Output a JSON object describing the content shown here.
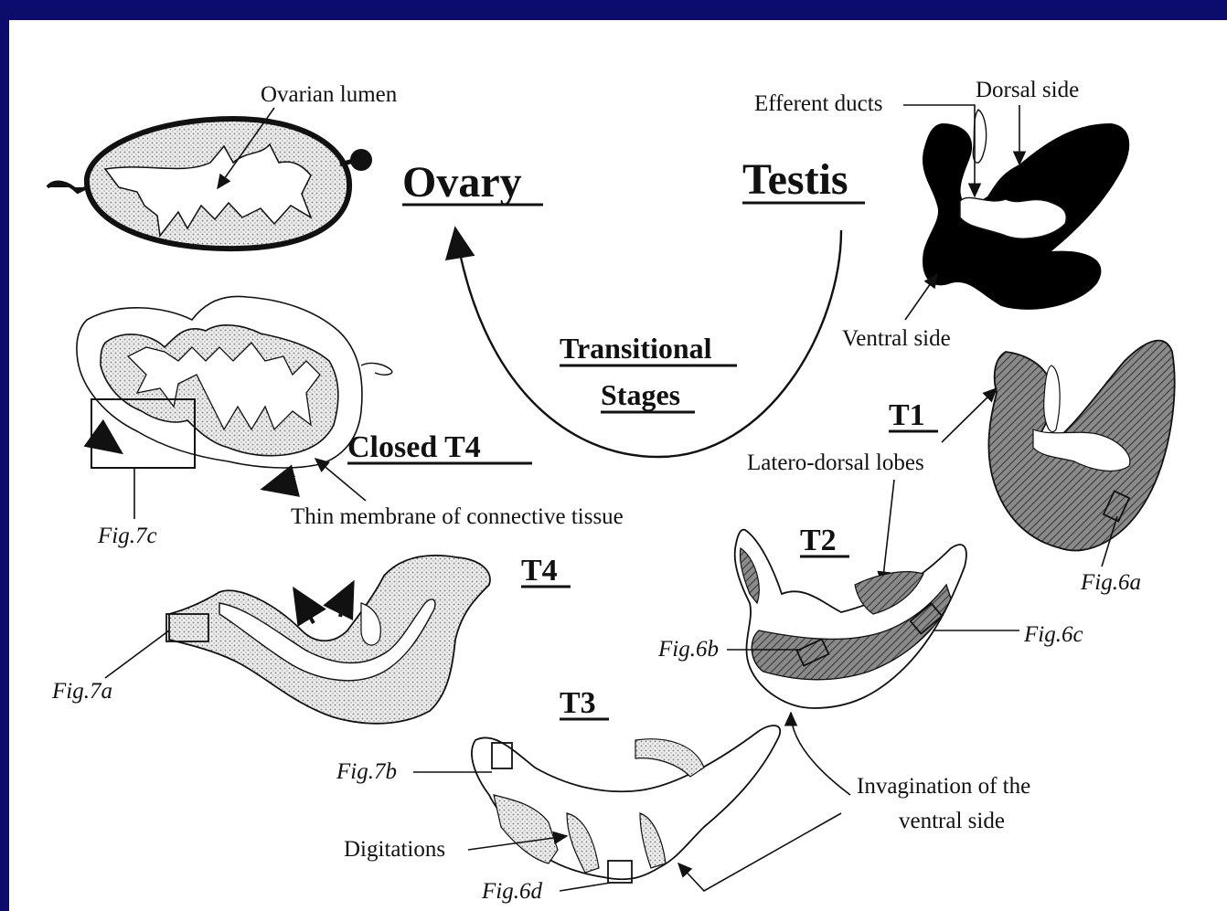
{
  "diagram": {
    "nodes": {
      "ovary": "Ovary",
      "testis": "Testis",
      "transitional_line1": "Transitional",
      "transitional_line2": "Stages",
      "t1": "T1",
      "t2": "T2",
      "t3": "T3",
      "t4": "T4",
      "closed_t4": "Closed T4"
    },
    "labels": {
      "ovarian_lumen": "Ovarian lumen",
      "efferent_ducts": "Efferent ducts",
      "dorsal_side": "Dorsal side",
      "ventral_side": "Ventral side",
      "latero_dorsal_lobes": "Latero-dorsal lobes",
      "thin_membrane": "Thin membrane of connective tissue",
      "invagination_line1": "Invagination of the",
      "invagination_line2": "ventral side",
      "digitations": "Digitations"
    },
    "figure_refs": {
      "fig7c": "Fig.7c",
      "fig7a": "Fig.7a",
      "fig7b": "Fig.7b",
      "fig6a": "Fig.6a",
      "fig6b": "Fig.6b",
      "fig6c": "Fig.6c",
      "fig6d": "Fig.6d"
    },
    "colors": {
      "background": "#0c0c6e",
      "panel": "#ffffff",
      "ink": "#111111",
      "stipple": "#dcdcdc",
      "hatch": "#6e6e6e"
    }
  }
}
